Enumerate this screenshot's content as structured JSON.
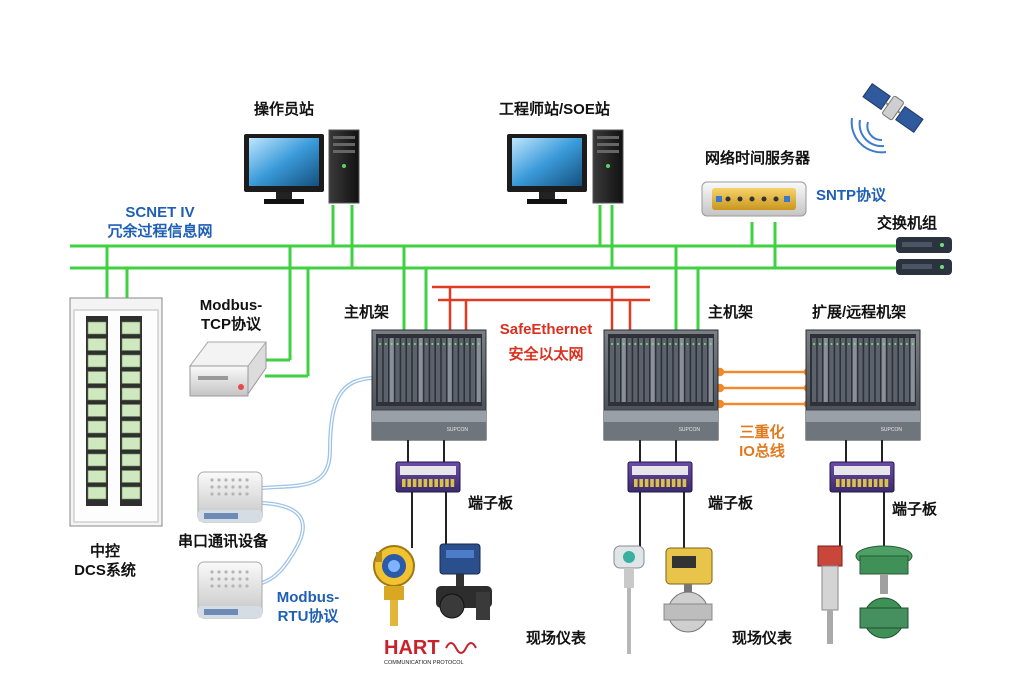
{
  "labels": {
    "operator_station": "操作员站",
    "engineer_station": "工程师站/SOE站",
    "time_server": "网络时间服务器",
    "sntp": "SNTP协议",
    "switch_group": "交换机组",
    "scnet_line1": "SCNET IV",
    "scnet_line2": "冗余过程信息网",
    "modbus_tcp_line1": "Modbus-",
    "modbus_tcp_line2": "TCP协议",
    "main_rack_1": "主机架",
    "main_rack_2": "主机架",
    "expansion_rack": "扩展/远程机架",
    "safe_ethernet_line1": "SafeEthernet",
    "safe_ethernet_line2": "安全以太网",
    "triple_io_line1": "三重化",
    "triple_io_line2": "IO总线",
    "terminal_board_1": "端子板",
    "terminal_board_2": "端子板",
    "terminal_board_3": "端子板",
    "dcs_line1": "中控",
    "dcs_line2": "DCS系统",
    "serial_device": "串口通讯设备",
    "modbus_rtu_line1": "Modbus-",
    "modbus_rtu_line2": "RTU协议",
    "field_instrument_1": "现场仪表",
    "field_instrument_2": "现场仪表",
    "hart_logo": "HART",
    "hart_sub": "COMMUNICATION PROTOCOL",
    "supcon_brand": "SUPCON"
  },
  "colors": {
    "network_green": "#3fd13f",
    "safe_ethernet_red": "#e03a22",
    "io_bus_orange": "#f08a2a",
    "label_blue": "#1f5fb4",
    "serial_cable_blue": "#9ec3e6"
  }
}
